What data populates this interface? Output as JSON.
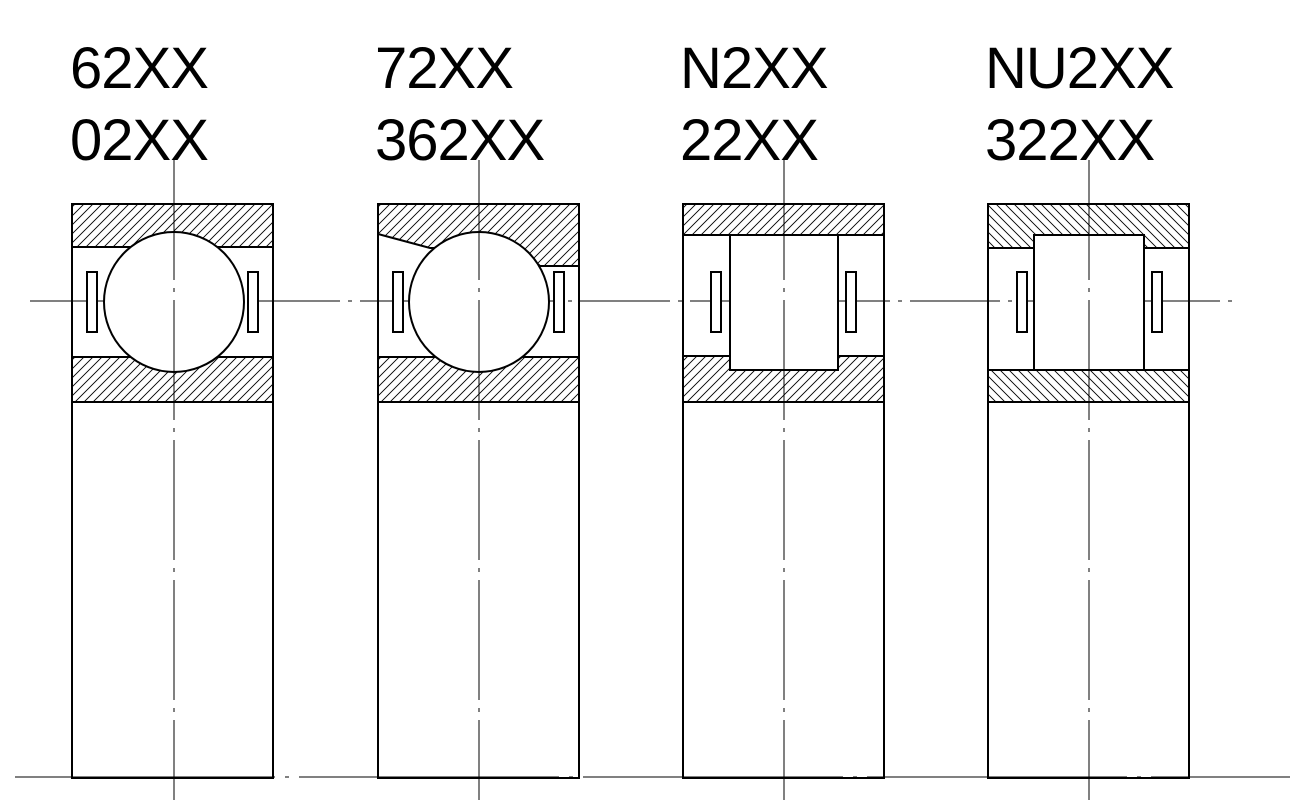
{
  "bearings": [
    {
      "type": "deep-groove-ball",
      "designation_primary": "62XX",
      "designation_secondary": "02XX"
    },
    {
      "type": "angular-contact-ball",
      "designation_primary": "72XX",
      "designation_secondary": "362XX"
    },
    {
      "type": "cylindrical-roller-n",
      "designation_primary": "N2XX",
      "designation_secondary": "22XX"
    },
    {
      "type": "cylindrical-roller-nu",
      "designation_primary": "NU2XX",
      "designation_secondary": "322XX"
    }
  ],
  "colors": {
    "line": "#000000",
    "background": "#ffffff"
  }
}
